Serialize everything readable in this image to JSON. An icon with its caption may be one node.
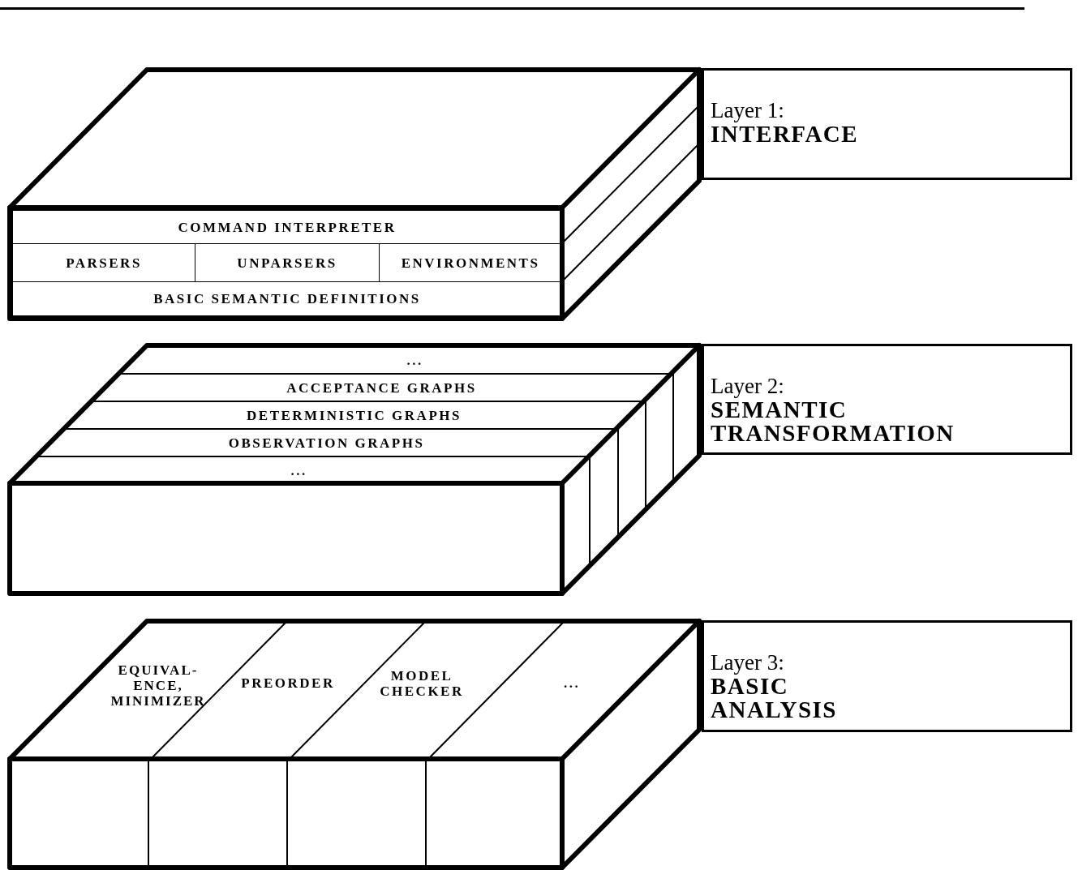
{
  "diagram": {
    "nodes": [
      {
        "text": [
          "Layer 1:",
          "INTERFACE"
        ]
      },
      {
        "text": [],
        "shape": "box"
      },
      {
        "text": [
          "COMMAND INTERPRETER"
        ],
        "in": 1
      },
      {
        "text": [
          "PARSERS"
        ],
        "in": 1
      },
      {
        "text": [
          "UNPARSERS"
        ],
        "in": 1
      },
      {
        "text": [
          "ENVIRONMENTS"
        ],
        "in": 1
      },
      {
        "text": [
          "BASIC SEMANTIC DEFINITIONS"
        ],
        "in": 1
      },
      {
        "text": [],
        "shape": "box"
      },
      {
        "text": [
          "..."
        ],
        "in": 7
      },
      {
        "text": [
          "ACCEPTANCE GRAPHS"
        ],
        "in": 7
      },
      {
        "text": [
          "DETERMINISTIC GRAPHS"
        ],
        "in": 7
      },
      {
        "text": [
          "OBSERVATION GRAPHS"
        ],
        "in": 7
      },
      {
        "text": [
          "..."
        ],
        "in": 7
      },
      {
        "text": [
          "Layer 2:",
          "SEMANTIC TRANSFORMATION"
        ]
      },
      {
        "text": [],
        "shape": "box"
      },
      {
        "text": [
          "EQUIVAL- ENCE, MINIMIZER"
        ],
        "in": 14
      },
      {
        "text": [
          "PREORDER"
        ],
        "in": 14
      },
      {
        "text": [
          "MODEL CHECKER"
        ],
        "in": 14
      },
      {
        "text": [
          "..."
        ],
        "in": 14
      },
      {
        "text": [
          "Layer 3:",
          "BASIC ANALYSIS"
        ]
      }
    ]
  }
}
